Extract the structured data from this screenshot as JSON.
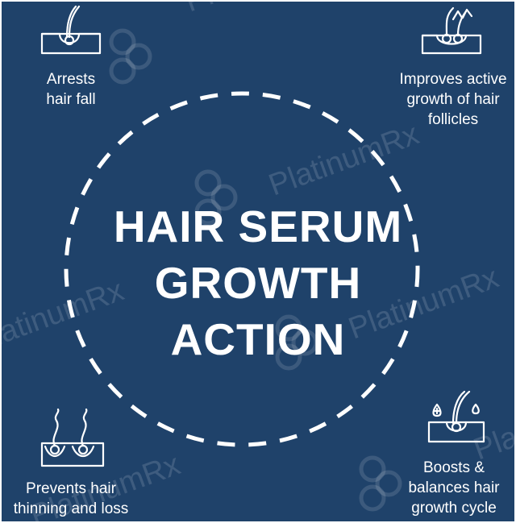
{
  "headline": {
    "line1": "HAIR SERUM",
    "line2": "GROWTH",
    "line3": "ACTION"
  },
  "benefits": [
    {
      "icon": "hair-follicle-icon",
      "line1": "Arrests",
      "line2": "hair fall"
    },
    {
      "icon": "hair-growth-arrows-icon",
      "line1": "Improves active",
      "line2": "growth of hair",
      "line3": "follicles"
    },
    {
      "icon": "hair-roots-icon",
      "line1": "Prevents hair",
      "line2": "thinning and loss"
    },
    {
      "icon": "hair-drops-icon",
      "line1": "Boosts &",
      "line2": "balances hair",
      "line3": "growth cycle"
    }
  ],
  "watermark": "PlatinumRx",
  "colors": {
    "background": "#1f426a",
    "foreground": "#ffffff"
  }
}
